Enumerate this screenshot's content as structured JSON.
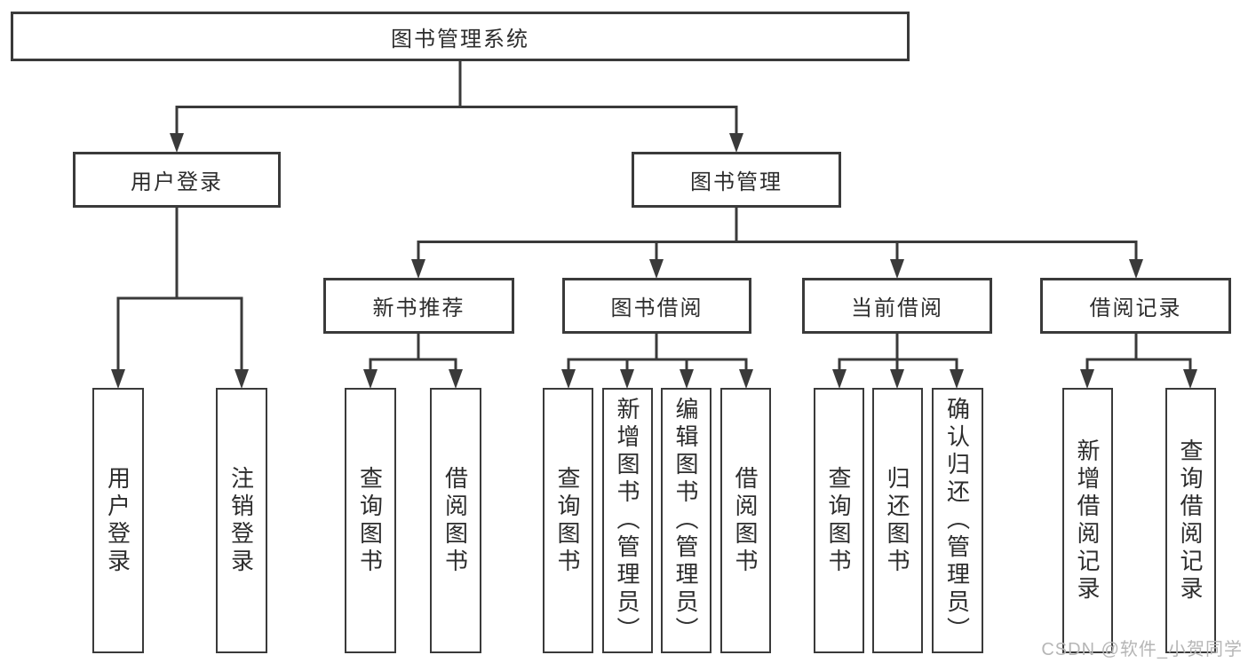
{
  "colors": {
    "line": "#3a3a3a",
    "box_border": "#3a3a3a",
    "box_background": "#ffffff",
    "text": "#2d2d2d",
    "watermark": "#b6b6b6",
    "page_background": "#ffffff"
  },
  "watermark": {
    "text": "CSDN @软件_小贺同学"
  },
  "tree": {
    "label": "图书管理系统",
    "children": [
      {
        "label": "用户登录",
        "children": [
          {
            "label": "用户登录"
          },
          {
            "label": "注销登录"
          }
        ]
      },
      {
        "label": "图书管理",
        "children": [
          {
            "label": "新书推荐",
            "children": [
              {
                "label": "查询图书"
              },
              {
                "label": "借阅图书"
              }
            ]
          },
          {
            "label": "图书借阅",
            "children": [
              {
                "label": "查询图书"
              },
              {
                "label": "新增图书（管理员）"
              },
              {
                "label": "编辑图书（管理员）"
              },
              {
                "label": "借阅图书"
              }
            ]
          },
          {
            "label": "当前借阅",
            "children": [
              {
                "label": "查询图书"
              },
              {
                "label": "归还图书"
              },
              {
                "label": "确认归还（管理员）"
              }
            ]
          },
          {
            "label": "借阅记录",
            "children": [
              {
                "label": "新增借阅记录"
              },
              {
                "label": "查询借阅记录"
              }
            ]
          }
        ]
      }
    ]
  }
}
